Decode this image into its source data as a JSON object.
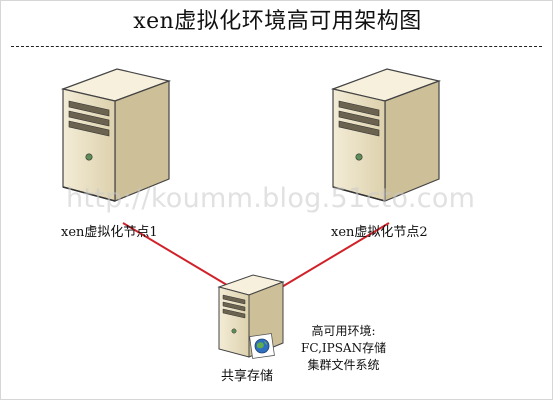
{
  "title": "xen虚拟化环境高可用架构图",
  "nodes": {
    "node1": {
      "label": "xen虚拟化节点1"
    },
    "node2": {
      "label": "xen虚拟化节点2"
    },
    "storage": {
      "label": "共享存储"
    }
  },
  "env_note": {
    "heading": "高可用环境:",
    "line1": "FC,IPSAN存储",
    "line2": "集群文件系统"
  },
  "watermark": "http://koumm.blog.51cto.com",
  "colors": {
    "link": "#d0222a",
    "server_front": "#ece3c8",
    "server_side": "#cdbf98",
    "server_top": "#f6f0dd"
  },
  "icons": {
    "server": "tower-server-icon",
    "storage_badge": "globe-icon"
  }
}
